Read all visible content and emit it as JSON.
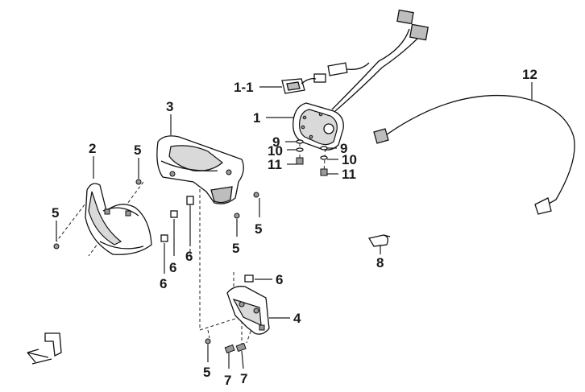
{
  "callouts": {
    "c1_1": "1-1",
    "c1": "1",
    "c2": "2",
    "c3": "3",
    "c4": "4",
    "c5_a": "5",
    "c5_b": "5",
    "c5_c": "5",
    "c5_d": "5",
    "c5_e": "5",
    "c6_a": "6",
    "c6_b": "6",
    "c6_c": "6",
    "c6_d": "6",
    "c7_a": "7",
    "c7_b": "7",
    "c8": "8",
    "c9_a": "9",
    "c9_b": "9",
    "c10_a": "10",
    "c10_b": "10",
    "c11_a": "11",
    "c11_b": "11",
    "c12": "12"
  },
  "icons": {
    "front_arrow": "front-direction-arrow-icon"
  }
}
